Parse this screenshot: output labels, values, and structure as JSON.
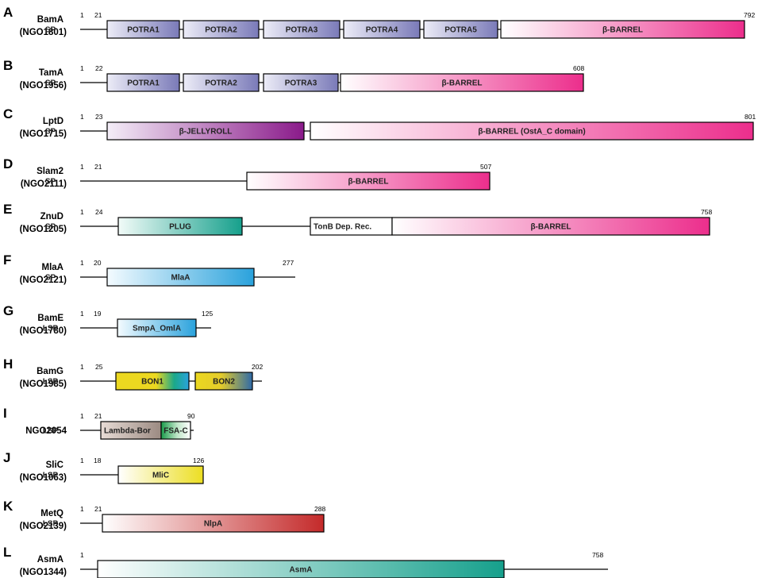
{
  "proteins": [
    {
      "letter": "A",
      "name": "BamA",
      "locus": "(NGO1801)",
      "start": "1",
      "sp_end": "21",
      "length": "792",
      "domains": [
        {
          "label": "SP",
          "kind": "sp"
        },
        {
          "label": "POTRA1",
          "kind": "potra"
        },
        {
          "label": "POTRA2",
          "kind": "potra"
        },
        {
          "label": "POTRA3",
          "kind": "potra"
        },
        {
          "label": "POTRA4",
          "kind": "potra"
        },
        {
          "label": "POTRA5",
          "kind": "potra"
        },
        {
          "label": "β-BARREL",
          "kind": "barrel"
        }
      ]
    },
    {
      "letter": "B",
      "name": "TamA",
      "locus": "(NGO1956)",
      "start": "1",
      "sp_end": "22",
      "length": "608",
      "domains": [
        {
          "label": "SP",
          "kind": "sp"
        },
        {
          "label": "POTRA1",
          "kind": "potra"
        },
        {
          "label": "POTRA2",
          "kind": "potra"
        },
        {
          "label": "POTRA3",
          "kind": "potra"
        },
        {
          "label": "β-BARREL",
          "kind": "barrel"
        }
      ]
    },
    {
      "letter": "C",
      "name": "LptD",
      "locus": "(NGO1715)",
      "start": "1",
      "sp_end": "23",
      "length": "801",
      "domains": [
        {
          "label": "SP",
          "kind": "sp"
        },
        {
          "label": "β-JELLYROLL",
          "kind": "jelly"
        },
        {
          "label": "β-BARREL (OstA_C domain)",
          "kind": "barrel"
        }
      ]
    },
    {
      "letter": "D",
      "name": "Slam2",
      "locus": "(NGO2111)",
      "start": "1",
      "sp_end": "21",
      "length": "507",
      "domains": [
        {
          "label": "SP",
          "kind": "sp"
        },
        {
          "label": "β-BARREL",
          "kind": "barrel"
        }
      ]
    },
    {
      "letter": "E",
      "name": "ZnuD",
      "locus": "(NGO1205)",
      "start": "1",
      "sp_end": "24",
      "length": "758",
      "domains": [
        {
          "label": "SP",
          "kind": "sp"
        },
        {
          "label": "PLUG",
          "kind": "plug"
        },
        {
          "label": "TonB Dep. Rec.",
          "kind": "tonb"
        },
        {
          "label": "β-BARREL",
          "kind": "barrel"
        }
      ]
    },
    {
      "letter": "F",
      "name": "MlaA",
      "locus": "(NGO2121)",
      "start": "1",
      "sp_end": "20",
      "length": "277",
      "domains": [
        {
          "label": "SP",
          "kind": "sp"
        },
        {
          "label": "MlaA",
          "kind": "mlaa"
        }
      ]
    },
    {
      "letter": "G",
      "name": "BamE",
      "locus": "(NGO1780)",
      "start": "1",
      "sp_end": "19",
      "length": "125",
      "domains": [
        {
          "label": "LSP",
          "kind": "lsp"
        },
        {
          "label": "SmpA_OmlA",
          "kind": "mlaa"
        }
      ]
    },
    {
      "letter": "H",
      "name": "BamG",
      "locus": "(NGO1985)",
      "start": "1",
      "sp_end": "25",
      "length": "202",
      "domains": [
        {
          "label": "LSP",
          "kind": "lsp"
        },
        {
          "label": "BON1",
          "kind": "bon1"
        },
        {
          "label": "BON2",
          "kind": "bon2"
        }
      ]
    },
    {
      "letter": "I",
      "name": "NGO2054",
      "locus": "",
      "start": "1",
      "sp_end": "21",
      "length": "90",
      "domains": [
        {
          "label": "LSP",
          "kind": "lsp"
        },
        {
          "label": "Lambda-Bor",
          "kind": "lambda"
        },
        {
          "label": "FSA-C",
          "kind": "fsa"
        }
      ]
    },
    {
      "letter": "J",
      "name": "SliC",
      "locus": "(NGO1063)",
      "start": "1",
      "sp_end": "18",
      "length": "126",
      "domains": [
        {
          "label": "LSP",
          "kind": "lsp"
        },
        {
          "label": "MliC",
          "kind": "mlic"
        }
      ]
    },
    {
      "letter": "K",
      "name": "MetQ",
      "locus": "(NGO2139)",
      "start": "1",
      "sp_end": "21",
      "length": "288",
      "domains": [
        {
          "label": "LSP",
          "kind": "lsp"
        },
        {
          "label": "NlpA",
          "kind": "nlpa"
        }
      ]
    },
    {
      "letter": "L",
      "name": "AsmA",
      "locus": "(NGO1344)",
      "start": "1",
      "sp_end": "",
      "length": "758",
      "domains": [
        {
          "label": "AsmA",
          "kind": "asma"
        }
      ]
    }
  ],
  "colors": {
    "potra": "#7a7ab8",
    "barrel": "#ec2e8c",
    "jelly": "#8a1a8a",
    "sp": "#5fae6a",
    "lsp": "#f4a640",
    "plug": "#16a08c",
    "mlaa": "#2aa2dc",
    "bon_yellow": "#ecd820",
    "bon_blue": "#2e6aa8",
    "lambda": "#9b8a82",
    "fsa": "#1a9a4a",
    "mlic": "#ecde22",
    "nlpa": "#c42a2a",
    "asma": "#16a08c"
  }
}
